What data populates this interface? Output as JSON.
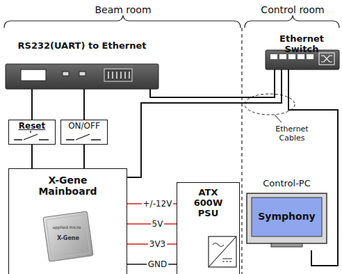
{
  "diagram": {
    "nodes": [
      {
        "text": [
          "RS232(UART) to Ethernet"
        ]
      },
      {
        "text": [
          "Ethernet Switch"
        ]
      },
      {
        "text": [
          "Reset"
        ]
      },
      {
        "text": [
          "ON/OFF"
        ]
      },
      {
        "text": [
          "X-Gene Mainboard"
        ]
      },
      {
        "text": [
          "ATX 600W PSU"
        ]
      },
      {
        "text": [
          "Control-PC",
          "Symphony"
        ]
      }
    ],
    "edges": [
      {
        "from": 0,
        "to": 1,
        "arrow": "none"
      },
      {
        "from": 4,
        "to": 1,
        "arrow": "none"
      },
      {
        "from": 6,
        "to": 1,
        "arrow": "none"
      },
      {
        "from": 0,
        "to": 2,
        "arrow": "none"
      },
      {
        "from": 0,
        "to": 3,
        "arrow": "none"
      },
      {
        "from": 2,
        "to": 4,
        "arrow": "none"
      },
      {
        "from": 3,
        "to": 4,
        "arrow": "none"
      },
      {
        "from": 5,
        "to": 4,
        "label": "+/-12V",
        "arrow": "none"
      },
      {
        "from": 5,
        "to": 4,
        "label": "5V",
        "arrow": "none"
      },
      {
        "from": 5,
        "to": 4,
        "label": "3V3",
        "arrow": "none"
      },
      {
        "from": 5,
        "to": 4,
        "label": "GND",
        "arrow": "none"
      }
    ],
    "labels": [
      "Beam room",
      "Control room",
      "Ethernet Cables",
      "applied micro",
      "X-Gene"
    ]
  }
}
